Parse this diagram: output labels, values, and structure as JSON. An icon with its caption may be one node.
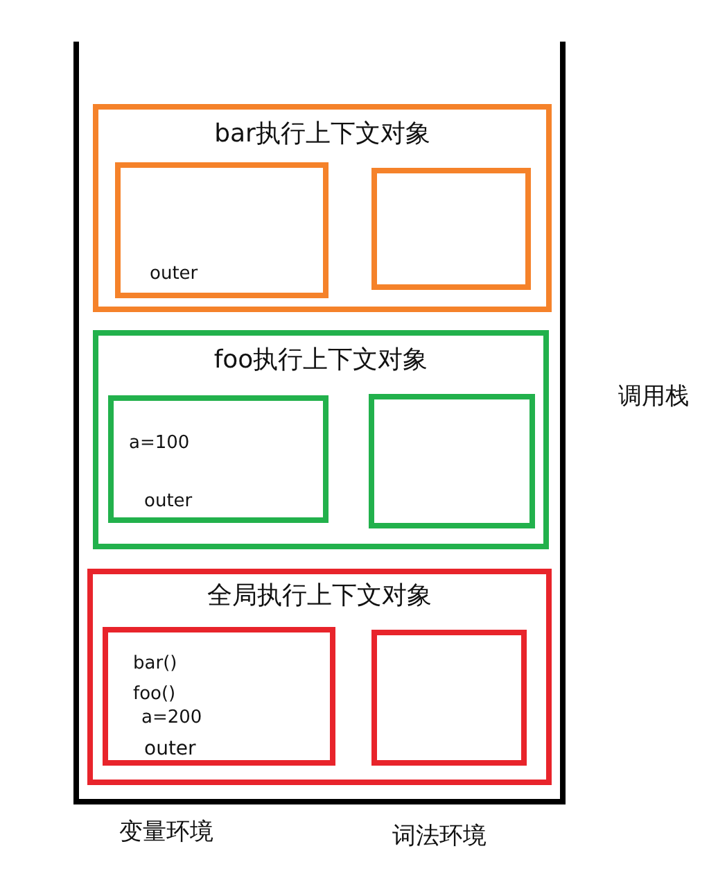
{
  "diagram": {
    "nodes": [
      {
        "text": [],
        "shape": "box",
        "beside": [
          "调用栈"
        ]
      },
      {
        "text": [
          "bar执行上下文对象"
        ],
        "in": 0
      },
      {
        "text": [
          "outer"
        ],
        "in": 1
      },
      {
        "text": [],
        "shape": "box",
        "in": 1
      },
      {
        "text": [
          "foo执行上下文对象"
        ],
        "in": 0
      },
      {
        "text": [
          "a=100",
          "outer"
        ],
        "in": 4
      },
      {
        "text": [],
        "shape": "box",
        "in": 4
      },
      {
        "text": [
          "全局执行上下文对象"
        ],
        "in": 0
      },
      {
        "text": [
          "bar()",
          "foo()",
          "a=200",
          "outer"
        ],
        "in": 7
      },
      {
        "text": [],
        "shape": "box",
        "in": 7
      }
    ],
    "edges": [],
    "labels": [
      "变量环境",
      "词法环境"
    ]
  }
}
